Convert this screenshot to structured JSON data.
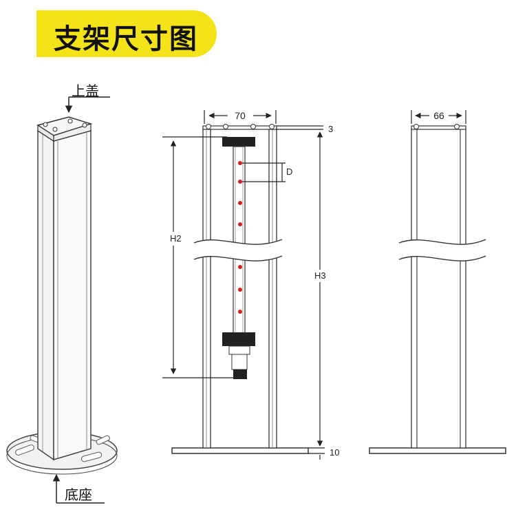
{
  "title": "支架尺寸图",
  "labels": {
    "top_cover": "上盖",
    "base": "底座"
  },
  "dimensions": {
    "width_front": "70",
    "width_side": "66",
    "cap_thickness": "3",
    "base_thickness": "10",
    "H2": "H2",
    "H3": "H3",
    "D": "D"
  },
  "colors": {
    "badge": "#f5e31a",
    "led": "#d42020",
    "line": "#222222"
  }
}
